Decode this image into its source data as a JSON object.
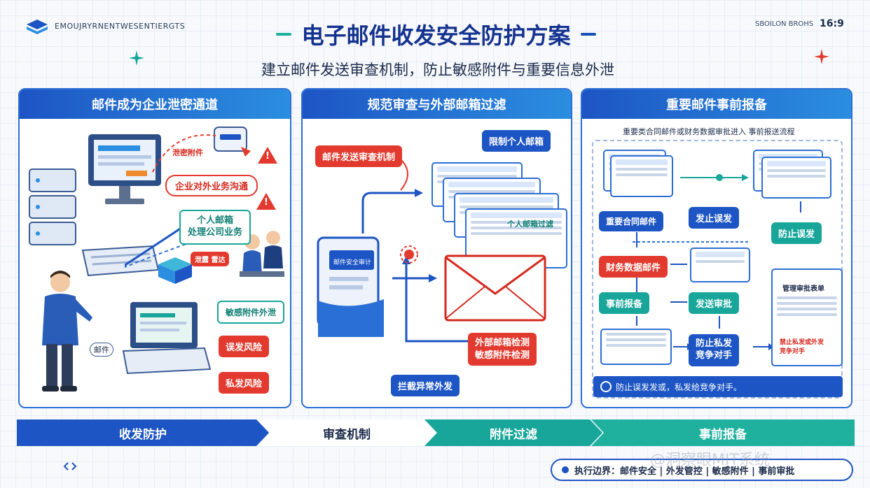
{
  "header": {
    "brand": "EMOUJRYRNENTWESENTIERGTS",
    "right_text": "SBOILON BROHS",
    "ratio": "16:9",
    "title": "电子邮件收发安全防护方案",
    "subtitle": "建立邮件发送审查机制，防止敏感附件与重要信息外泄"
  },
  "panel1": {
    "title": "邮件成为企业泄密通道",
    "leak_label": "泄密附件",
    "comm": "企业对外业务沟通",
    "personal": "个人邮箱\n处理公司业务",
    "unsafe": "泄露 雷达",
    "sensitive": "敏感附件外泄",
    "risk1": "误发风险",
    "risk2": "私发风险",
    "laptop_label": "邮件"
  },
  "panel2": {
    "title": "规范审查与外部邮箱过滤",
    "review": "邮件发送审查机制",
    "limit": "限制个人邮箱",
    "envelope_text": "个人邮箱过滤",
    "doc_label": "邮件安全审计",
    "detect": "外部邮箱检测\n敏感附件检测",
    "intercept": "拦截异常外发"
  },
  "panel3": {
    "title": "重要邮件事前报备",
    "desc": "重要类合同邮件或财务数据审批进入 事前报送流程",
    "b1": "重要合同邮件",
    "b2": "发止误发",
    "b3": "防止误发",
    "b4": "财务数据邮件",
    "b5": "事前报备",
    "b6": "发送审批",
    "b7": "防止私发\n竞争对手",
    "form_title": "管理审批表单",
    "form_red": "禁止私发或外发\n竞争对手",
    "note": "防止误发发或，私发给竞争对手。"
  },
  "flow": [
    "收发防护",
    "审查机制",
    "附件过滤",
    "事前报备"
  ],
  "boundary": "执行边界：邮件安全 | 外发管控 | 敏感附件 | 事前审批",
  "watermark": "@洞察眼MIT系统",
  "colors": {
    "primary": "#1d55c4",
    "teal": "#18a69a",
    "red": "#e23a2e"
  }
}
